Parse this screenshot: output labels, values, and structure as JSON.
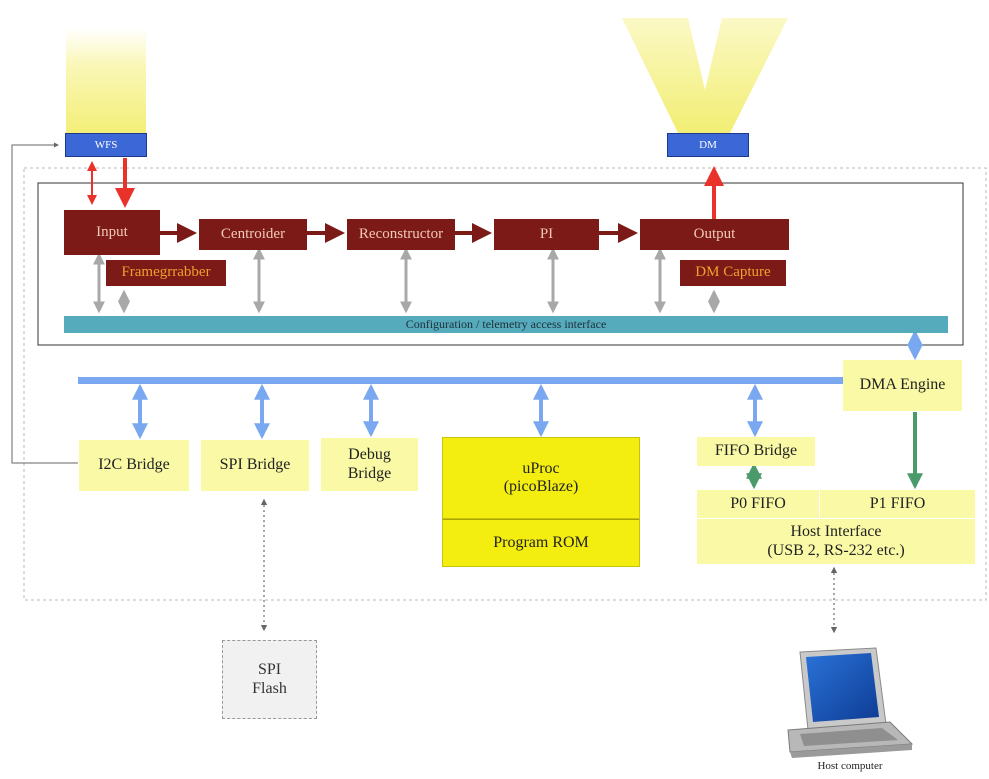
{
  "sensors": {
    "wfs": "WFS",
    "dm": "DM"
  },
  "pipeline": {
    "input": "Input",
    "centroider": "Centroider",
    "reconstructor": "Reconstructor",
    "pi": "PI",
    "output": "Output",
    "framegrabber": "Framegrrabber",
    "dm_capture": "DM Capture"
  },
  "config_bus": "Configuration / telemetry access interface",
  "dma_engine": "DMA Engine",
  "bridges": {
    "i2c": "I2C Bridge",
    "spi": "SPI Bridge",
    "debug_line1": "Debug",
    "debug_line2": "Bridge",
    "fifo": "FIFO Bridge"
  },
  "uproc": {
    "line1": "uProc",
    "line2": "(picoBlaze)",
    "rom": "Program ROM"
  },
  "host_interface": {
    "p0_fifo": "P0 FIFO",
    "p1_fifo": "P1 FIFO",
    "line1": "Host Interface",
    "line2": "(USB 2, RS-232 etc.)"
  },
  "spi_flash": {
    "line1": "SPI",
    "line2": "Flash"
  },
  "host_computer": "Host computer",
  "colors": {
    "pipeline_block": "#7b1a16",
    "data_arrow": "#e8322a",
    "bus_blue": "#7aa8f0",
    "bridge_fill": "#fafaa6",
    "uproc_fill": "#f4ee10",
    "fifo_arrow": "#4a9a6a",
    "light_beam": "#f7f5a0"
  }
}
